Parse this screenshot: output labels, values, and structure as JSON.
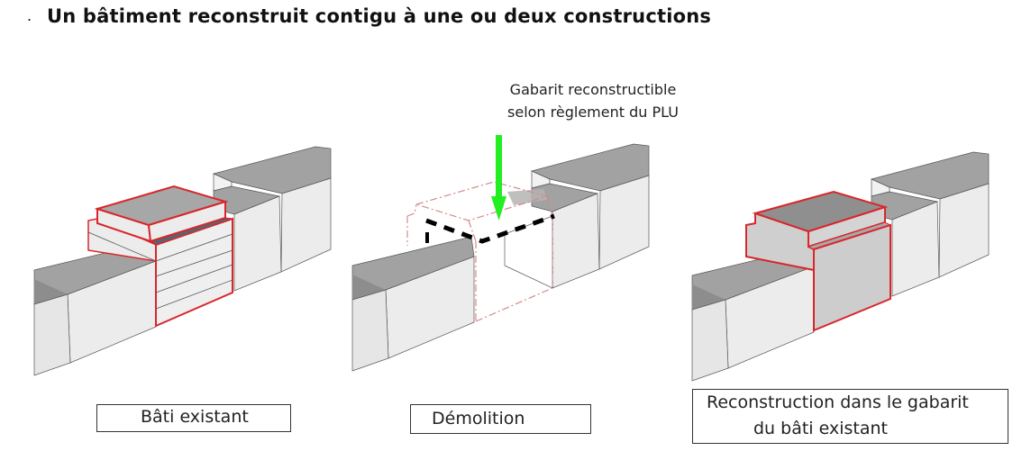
{
  "title": "Un bâtiment reconstruit contigu à une ou deux constructions",
  "bullet": ".",
  "annotation": {
    "line1": "Gabarit reconstructible",
    "line2": "selon règlement du PLU",
    "arrow_color": "#22ee22"
  },
  "panels": [
    {
      "label": "Bâti existant"
    },
    {
      "label": "Démolition"
    },
    {
      "label_line1": "Reconstruction dans le gabarit",
      "label_line2": "du bâti existant"
    }
  ],
  "colors": {
    "highlight": "#d9262b",
    "roof": "#a2a2a2",
    "wall": "#ececec",
    "demolition_line": "#000000"
  }
}
